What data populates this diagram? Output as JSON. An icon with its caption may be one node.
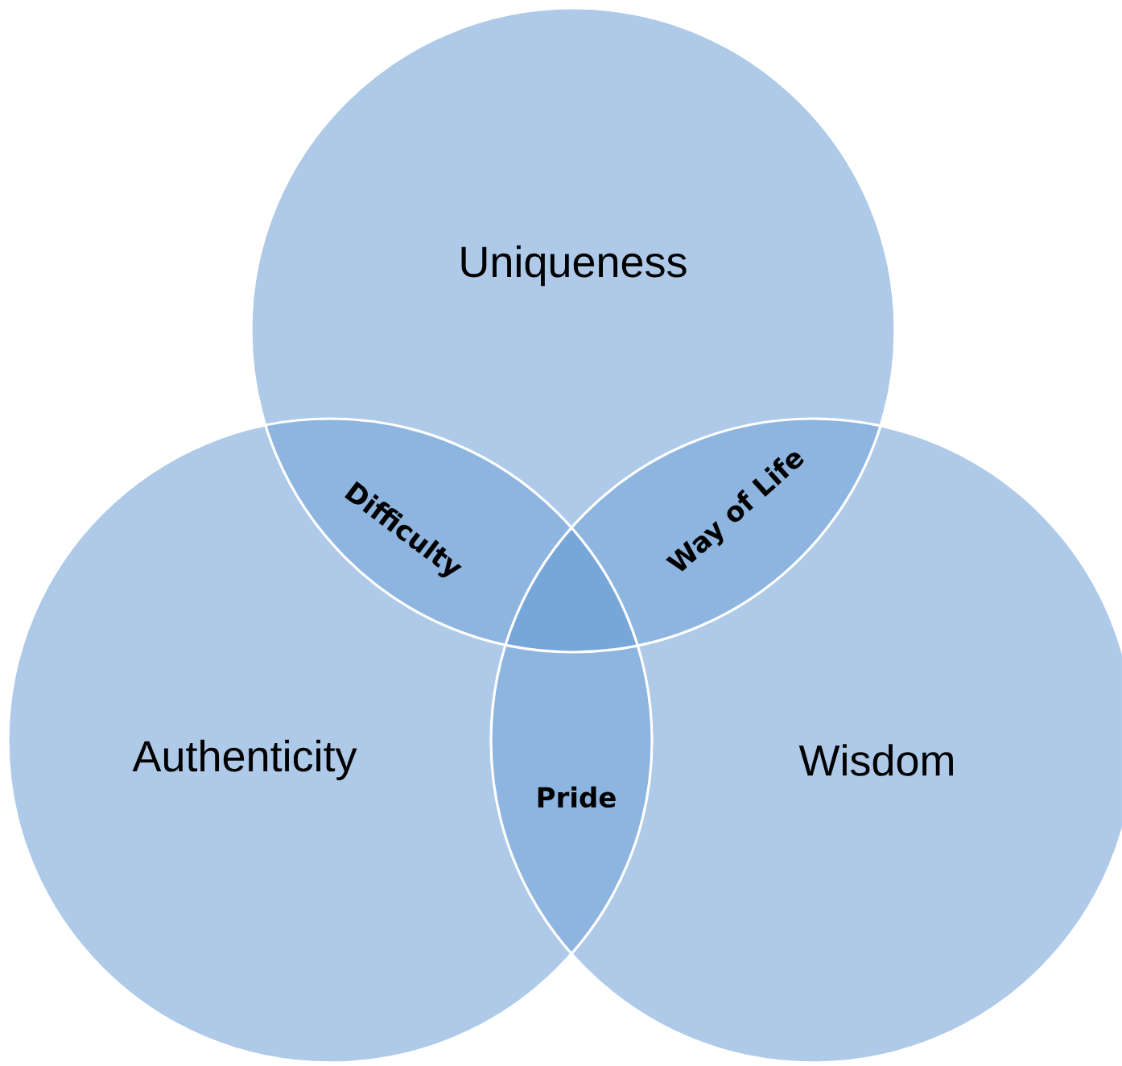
{
  "diagram": {
    "nodes": [
      {
        "text": [
          "Uniqueness"
        ]
      },
      {
        "text": [
          "Authenticity"
        ]
      },
      {
        "text": [
          "Wisdom"
        ]
      }
    ],
    "labels": [
      "Difficulty",
      "Way of Life",
      "Pride"
    ]
  }
}
